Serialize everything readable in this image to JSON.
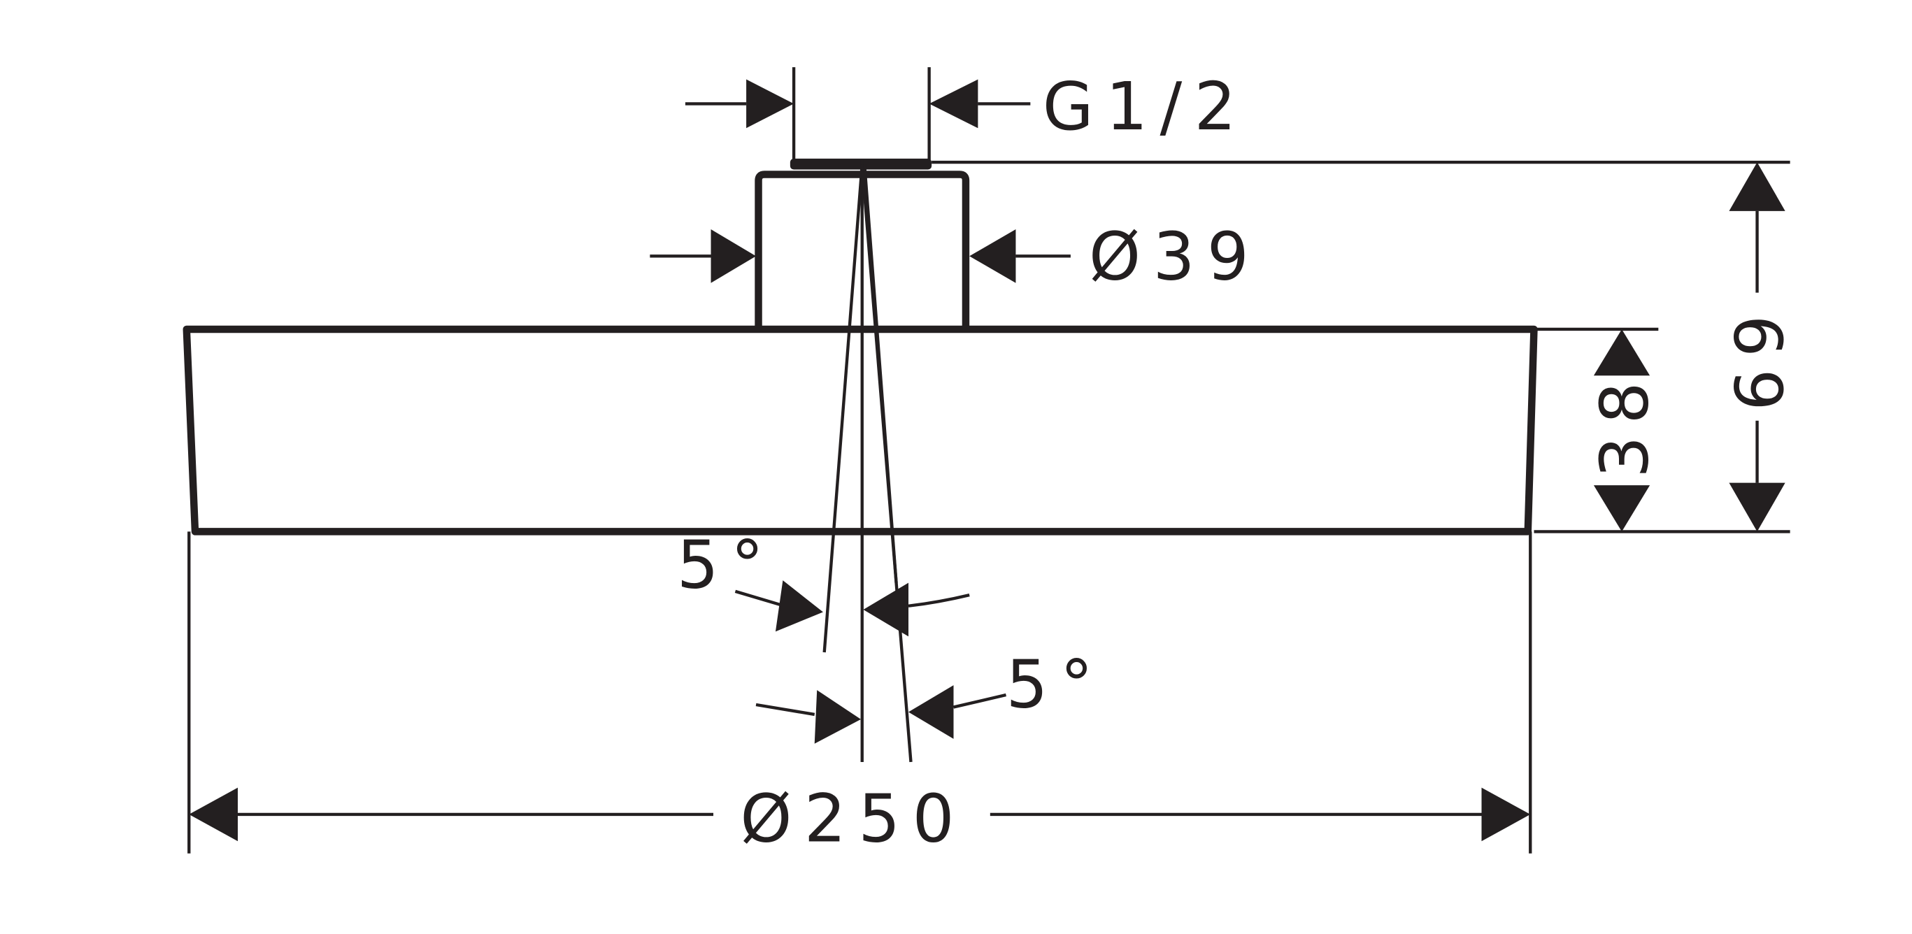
{
  "drawing": {
    "title": "Overhead shower dimension drawing",
    "line_color": "#231f20",
    "dimensions": {
      "thread": "G1/2",
      "neck_diameter": "Ø39",
      "total_height": "69",
      "body_height": "38",
      "head_diameter": "Ø250",
      "tilt_angle_upper": "5°",
      "tilt_angle_lower": "5°"
    }
  }
}
